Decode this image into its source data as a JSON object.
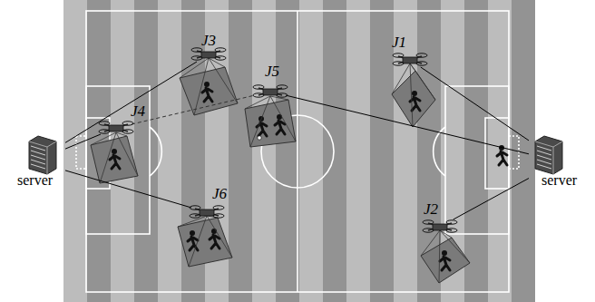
{
  "diagram": {
    "nodes": [
      {
        "text": [
          "J3"
        ]
      },
      {
        "text": [
          "J1"
        ]
      },
      {
        "text": [
          "J5"
        ]
      },
      {
        "text": [
          "J4"
        ]
      },
      {
        "text": [
          "server"
        ]
      },
      {
        "text": [
          "server"
        ]
      },
      {
        "text": [
          "J6"
        ]
      },
      {
        "text": [
          "J2"
        ]
      }
    ],
    "edges": [
      {
        "from": 4,
        "to": 0,
        "arrow": "none"
      },
      {
        "from": 4,
        "to": 3,
        "arrow": "none"
      },
      {
        "from": 4,
        "to": 6,
        "arrow": "none"
      },
      {
        "from": 3,
        "to": 2,
        "arrow": "none"
      },
      {
        "from": 2,
        "to": 5,
        "arrow": "none"
      },
      {
        "from": 1,
        "to": 5,
        "arrow": "none"
      },
      {
        "from": 7,
        "to": 5,
        "arrow": "none"
      }
    ]
  }
}
